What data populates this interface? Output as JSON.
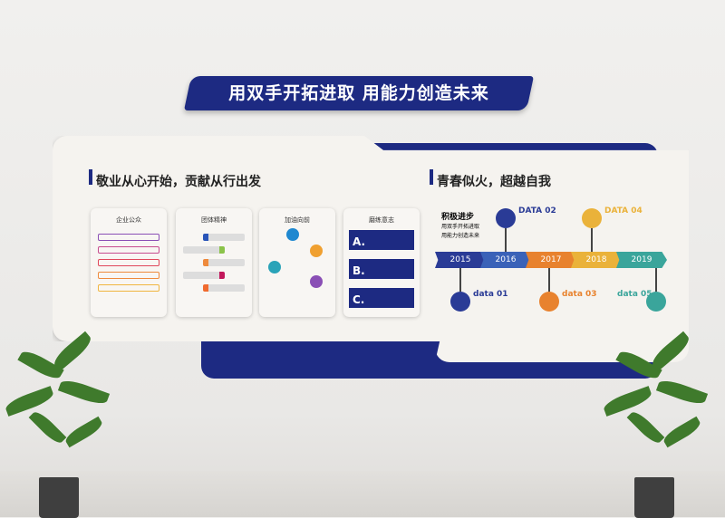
{
  "banner": {
    "title": "用双手开拓进取 用能力创造未来"
  },
  "left_section": {
    "title": "敬业从心开始，贡献从行出发",
    "cards": [
      {
        "title": "企业公众"
      },
      {
        "title": "团体精神"
      },
      {
        "title": "加油向前"
      },
      {
        "title": "磨练意志",
        "items": [
          "A.",
          "B.",
          "C."
        ]
      }
    ]
  },
  "right_section": {
    "title": "青春似火，超越自我",
    "subtitle": "积极进步",
    "slogan_lines": [
      "用双手开拓进取",
      "用能力创造未来"
    ],
    "years": [
      "2015",
      "2016",
      "2017",
      "2018",
      "2019"
    ],
    "year_colors": [
      "#2a3b96",
      "#3a62b8",
      "#e8822e",
      "#eab23a",
      "#3aa59b"
    ],
    "milestones": [
      {
        "label": "data 01",
        "color": "#2a3b96"
      },
      {
        "label": "DATA 02",
        "color": "#2a3b96"
      },
      {
        "label": "data 03",
        "color": "#e8822e"
      },
      {
        "label": "DATA 04",
        "color": "#eab23a"
      },
      {
        "label": "data 05",
        "color": "#3aa59b"
      }
    ]
  }
}
